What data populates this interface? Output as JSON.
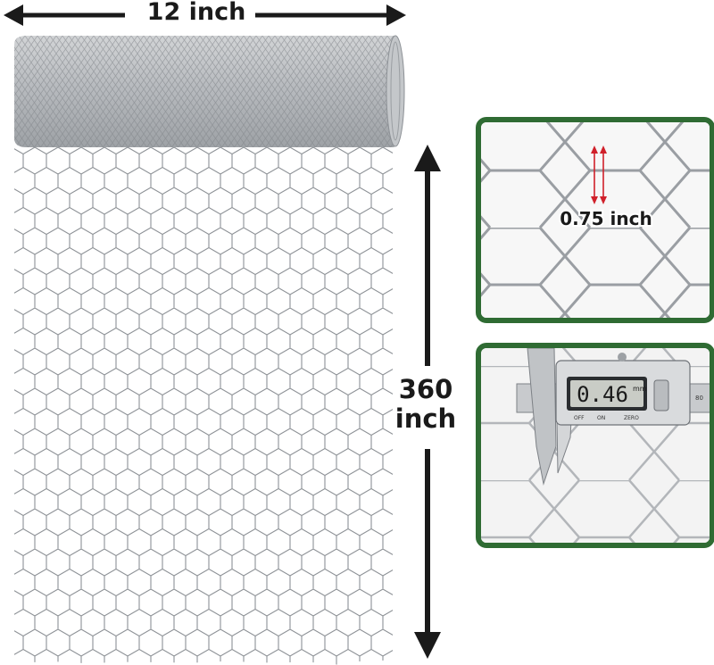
{
  "dimensions": {
    "width_label": "12 inch",
    "height_number": "360",
    "height_unit": "inch"
  },
  "detail_mesh": {
    "opening_label": "0.75 inch"
  },
  "detail_caliper": {
    "reading_value": "0.46",
    "reading_unit": "mm",
    "scale_mark": "80",
    "button_labels": [
      "OFF",
      "ON",
      "ZERO"
    ]
  },
  "colors": {
    "frame_green": "#2f6b33",
    "arrow_dark": "#1a1a1a",
    "wire_gray": "#8d9196",
    "measure_red": "#d0202a"
  }
}
